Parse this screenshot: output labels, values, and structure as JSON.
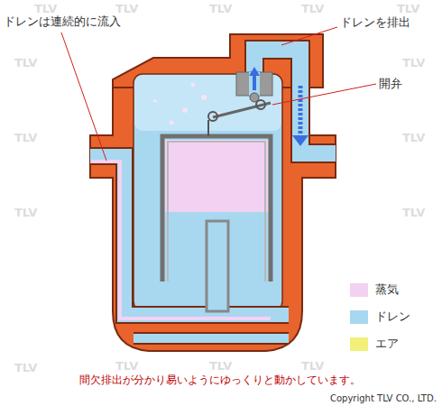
{
  "diagram": {
    "caption": "間欠排出が分かり易いようにゆっくりと動かしています。",
    "labels": [
      "ドレンは連続的に流入",
      "ドレンを排出",
      "開弁",
      "Copyright TLV CO., LTD.",
      "TLV",
      "TLV",
      "TLV",
      "TLV",
      "TLV",
      "TLV",
      "TLV",
      "TLV",
      "TLV",
      "TLV",
      "TLV",
      "TLV",
      "TLV",
      "TLV",
      "TLV"
    ],
    "legend": [
      {
        "text": "蒸気",
        "color": "#f2d2f2"
      },
      {
        "text": "ドレン",
        "color": "#a8d8f0"
      },
      {
        "text": "エア",
        "color": "#f2f07a"
      }
    ]
  }
}
